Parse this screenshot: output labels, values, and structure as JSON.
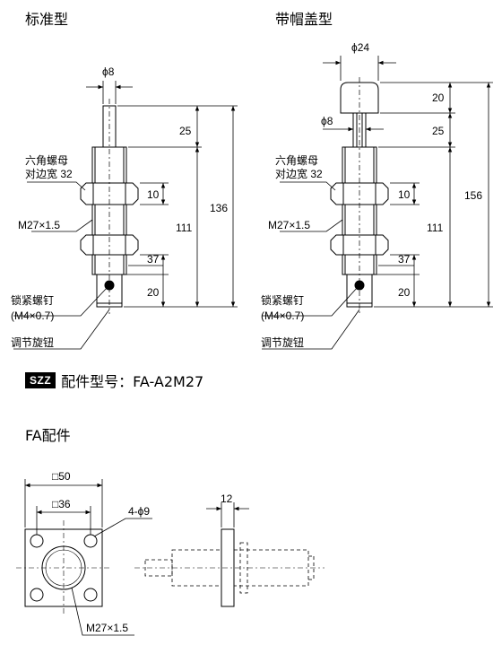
{
  "titles": {
    "standard": "标准型",
    "capped": "带帽盖型",
    "fa_parts": "FA配件"
  },
  "accessory": {
    "badge": "SZZ",
    "model_label": "配件型号：FA-A2M27"
  },
  "standard": {
    "rod_dia": "ϕ8",
    "dim_25": "25",
    "dim_10": "10",
    "dim_111": "111",
    "dim_136": "136",
    "dim_37": "37",
    "dim_20": "20",
    "nut_line1": "六角螺母",
    "nut_line2": "对边宽 32",
    "thread": "M27×1.5",
    "lock_screw": "锁紧螺钉",
    "lock_screw_spec": "(M4×0.7)",
    "knob": "调节旋钮"
  },
  "capped": {
    "cap_dia": "ϕ24",
    "dim_20_top": "20",
    "rod_dia": "ϕ8",
    "dim_25": "25",
    "dim_10": "10",
    "dim_111": "111",
    "dim_156": "156",
    "dim_37": "37",
    "dim_20": "20",
    "nut_line1": "六角螺母",
    "nut_line2": "对边宽 32",
    "thread": "M27×1.5",
    "lock_screw": "锁紧螺钉",
    "lock_screw_spec": "(M4×0.7)",
    "knob": "调节旋钮"
  },
  "fa": {
    "sq50": "□50",
    "sq36": "□36",
    "holes": "4-ϕ9",
    "thread": "M27×1.5",
    "thickness": "12"
  }
}
